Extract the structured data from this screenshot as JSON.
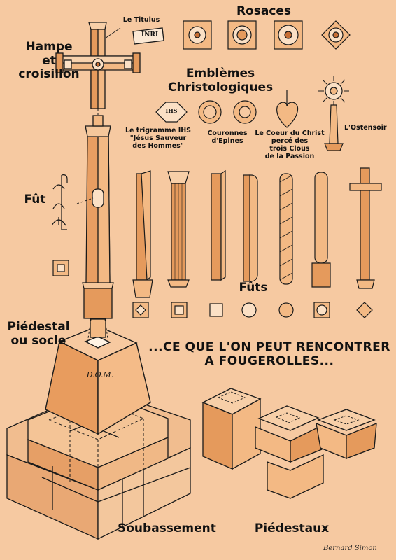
{
  "labels": {
    "titulus": "Le Titulus",
    "inri": "INRI",
    "hampe": "Hampe\net\ncroisillon",
    "rosaces": "Rosaces",
    "emblemes": "Emblèmes\nChristologiques",
    "ihs_caption": "Le trigramme IHS\n\"Jésus Sauveur\ndes Hommes\"",
    "ihs_text": "IHS",
    "couronnes": "Couronnes\nd'Epines",
    "coeur": "Le Coeur du Christ\npercé des\ntrois Clous\nde la Passion",
    "ostensoir": "L'Ostensoir",
    "fut": "Fût",
    "futs": "Fûts",
    "piedestal": "Piédestal\nou socle",
    "dom": "D.O.M.",
    "banner": "...CE QUE L'ON PEUT RENCONTRER\nA FOUGEROLLES...",
    "soubassement": "Soubassement",
    "piedestaux": "Piédestaux",
    "signature": "Bernard Simon"
  },
  "colors": {
    "background": "#f6c9a1",
    "wood_light": "#f3b984",
    "wood_mid": "#e59a5c",
    "wood_dark": "#c86f35",
    "stone": "#f1bd8f",
    "ink": "#1a1a1a"
  }
}
